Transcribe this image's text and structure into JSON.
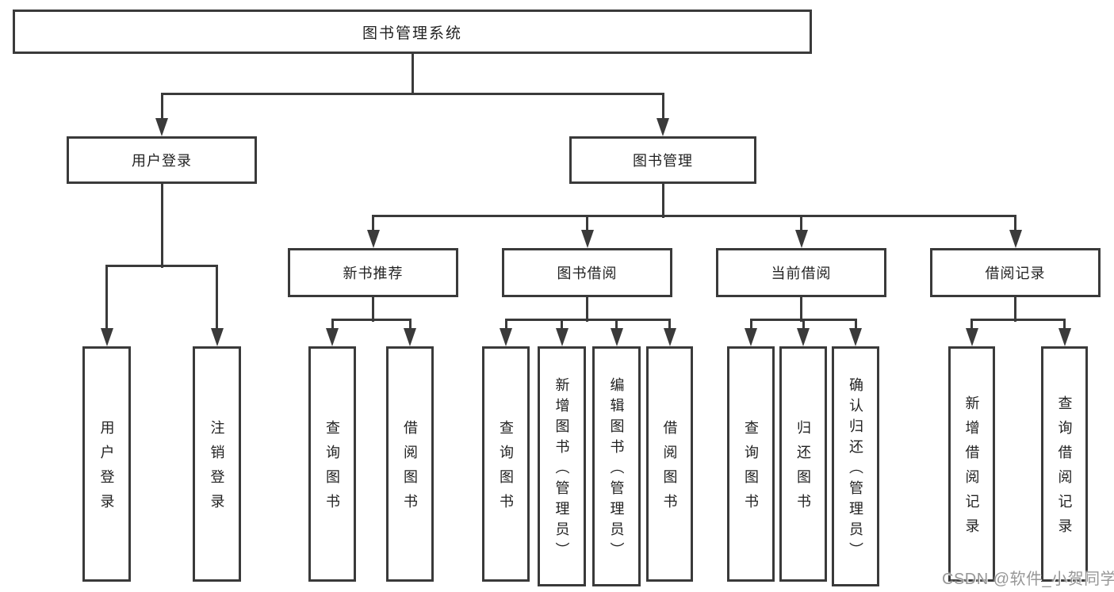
{
  "watermark": "CSDN @软件_小贺同学",
  "tree": {
    "root": {
      "label": "图书管理系统"
    },
    "level2": [
      {
        "label": "用户登录"
      },
      {
        "label": "图书管理"
      }
    ],
    "level3": [
      {
        "label": "新书推荐"
      },
      {
        "label": "图书借阅"
      },
      {
        "label": "当前借阅"
      },
      {
        "label": "借阅记录"
      }
    ],
    "leaves": {
      "user_login": [
        {
          "label": "用户登录"
        },
        {
          "label": "注销登录"
        }
      ],
      "new_book_recommend": [
        {
          "label": "查询图书"
        },
        {
          "label": "借阅图书"
        }
      ],
      "book_borrow": [
        {
          "label": "查询图书"
        },
        {
          "label": "新增图书（管理员）"
        },
        {
          "label": "编辑图书（管理员）"
        },
        {
          "label": "借阅图书"
        }
      ],
      "current_borrow": [
        {
          "label": "查询图书"
        },
        {
          "label": "归还图书"
        },
        {
          "label": "确认归还（管理员）"
        }
      ],
      "borrow_records": [
        {
          "label": "新增借阅记录"
        },
        {
          "label": "查询借阅记录"
        }
      ]
    }
  }
}
